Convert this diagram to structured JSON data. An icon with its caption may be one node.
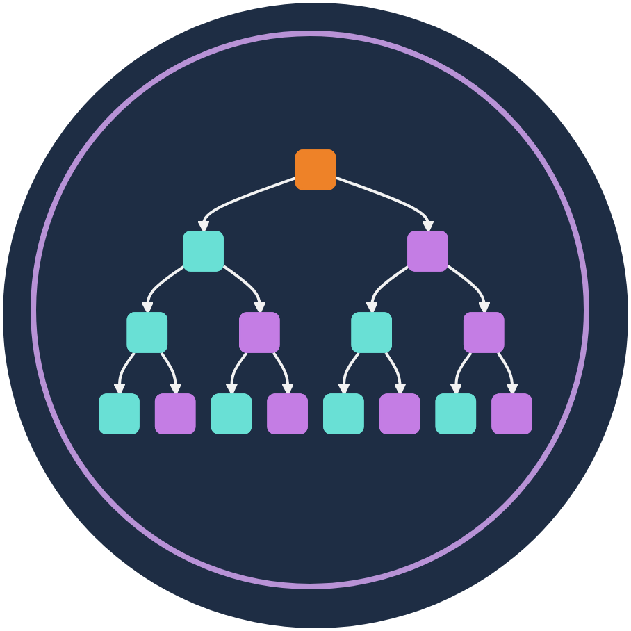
{
  "diagram": {
    "nodes": [
      {
        "text": [],
        "shape": "box"
      },
      {
        "text": [],
        "shape": "box"
      },
      {
        "text": [],
        "shape": "box"
      },
      {
        "text": [],
        "shape": "box"
      },
      {
        "text": [],
        "shape": "box"
      },
      {
        "text": [],
        "shape": "box"
      },
      {
        "text": [],
        "shape": "box"
      },
      {
        "text": [],
        "shape": "box"
      },
      {
        "text": [],
        "shape": "box"
      },
      {
        "text": [],
        "shape": "box"
      },
      {
        "text": [],
        "shape": "box"
      },
      {
        "text": [],
        "shape": "box"
      },
      {
        "text": [],
        "shape": "box"
      },
      {
        "text": [],
        "shape": "box"
      },
      {
        "text": [],
        "shape": "box"
      }
    ],
    "edges": [
      {
        "from": 0,
        "to": 1,
        "arrow": "to"
      },
      {
        "from": 0,
        "to": 2,
        "arrow": "to"
      },
      {
        "from": 1,
        "to": 3,
        "arrow": "to"
      },
      {
        "from": 1,
        "to": 4,
        "arrow": "to"
      },
      {
        "from": 2,
        "to": 5,
        "arrow": "to"
      },
      {
        "from": 2,
        "to": 6,
        "arrow": "to"
      },
      {
        "from": 3,
        "to": 7,
        "arrow": "to"
      },
      {
        "from": 3,
        "to": 8,
        "arrow": "to"
      },
      {
        "from": 4,
        "to": 9,
        "arrow": "to"
      },
      {
        "from": 4,
        "to": 10,
        "arrow": "to"
      },
      {
        "from": 5,
        "to": 11,
        "arrow": "to"
      },
      {
        "from": 5,
        "to": 12,
        "arrow": "to"
      },
      {
        "from": 6,
        "to": 13,
        "arrow": "to"
      },
      {
        "from": 6,
        "to": 14,
        "arrow": "to"
      }
    ]
  }
}
